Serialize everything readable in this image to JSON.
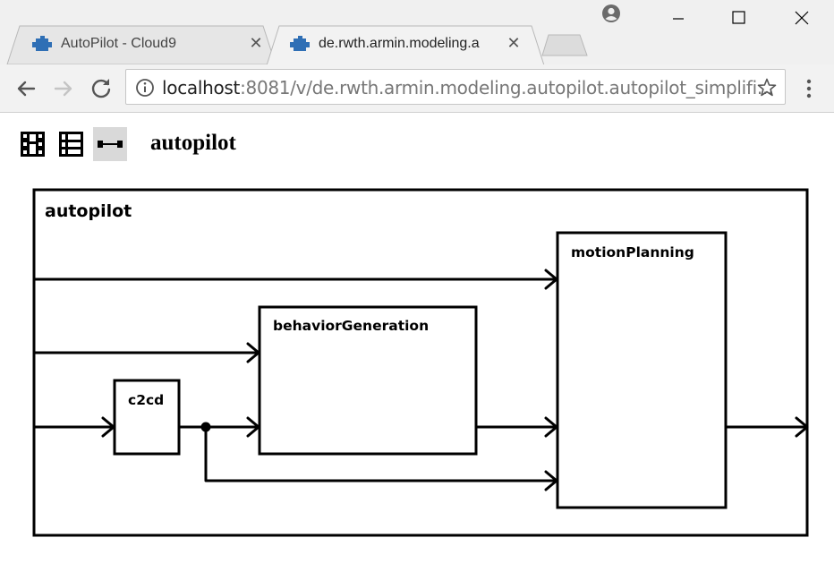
{
  "browser": {
    "tabs": [
      {
        "title": "AutoPilot - Cloud9",
        "active": false,
        "icon": "cloud9-puzzle-icon"
      },
      {
        "title": "de.rwth.armin.modeling.a",
        "active": true,
        "icon": "cloud9-puzzle-icon"
      }
    ],
    "close_glyph": "✕",
    "url": {
      "host": "localhost",
      "rest": ":8081/v/de.rwth.armin.modeling.autopilot.autopilot_simplifi..."
    },
    "colors": {
      "titlebar": "#f0f0f0",
      "toolbar": "#f2f2f2",
      "favicon": "#2f6fb5"
    }
  },
  "page": {
    "title": "autopilot",
    "view_buttons": [
      {
        "icon": "film-strip-icon",
        "active": false
      },
      {
        "icon": "list-view-icon",
        "active": false
      },
      {
        "icon": "port-connector-icon",
        "active": true
      }
    ]
  },
  "diagram": {
    "outer_component": "autopilot",
    "components": [
      {
        "id": "c2cd",
        "label": "c2cd"
      },
      {
        "id": "behaviorGeneration",
        "label": "behaviorGeneration"
      },
      {
        "id": "motionPlanning",
        "label": "motionPlanning"
      }
    ],
    "connectors": [
      {
        "from": "in",
        "to": "motionPlanning"
      },
      {
        "from": "in",
        "to": "behaviorGeneration"
      },
      {
        "from": "in",
        "to": "c2cd"
      },
      {
        "from": "c2cd",
        "to": "behaviorGeneration"
      },
      {
        "from": "c2cd",
        "to": "motionPlanning"
      },
      {
        "from": "behaviorGeneration",
        "to": "motionPlanning"
      },
      {
        "from": "motionPlanning",
        "to": "out"
      }
    ]
  }
}
